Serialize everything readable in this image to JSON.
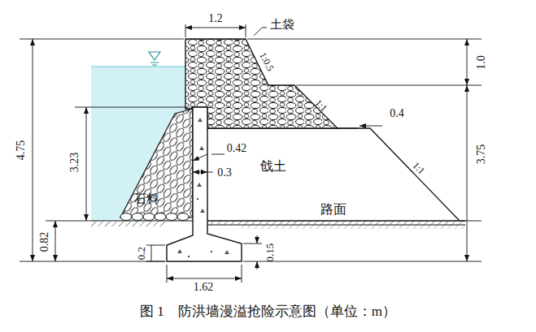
{
  "diagram": {
    "caption": "图 1　防洪墙漫溢抢险示意图（单位：m）",
    "labels": [
      "1.2",
      "土袋",
      "1:0.5",
      "1.0",
      "1:1",
      "0.4",
      "4.75",
      "3.23",
      "0.42",
      "0.3",
      "戗土",
      "1:1",
      "3.75",
      "石料",
      "路面",
      "0.82",
      "0.2",
      "0.15",
      "1.62"
    ]
  }
}
